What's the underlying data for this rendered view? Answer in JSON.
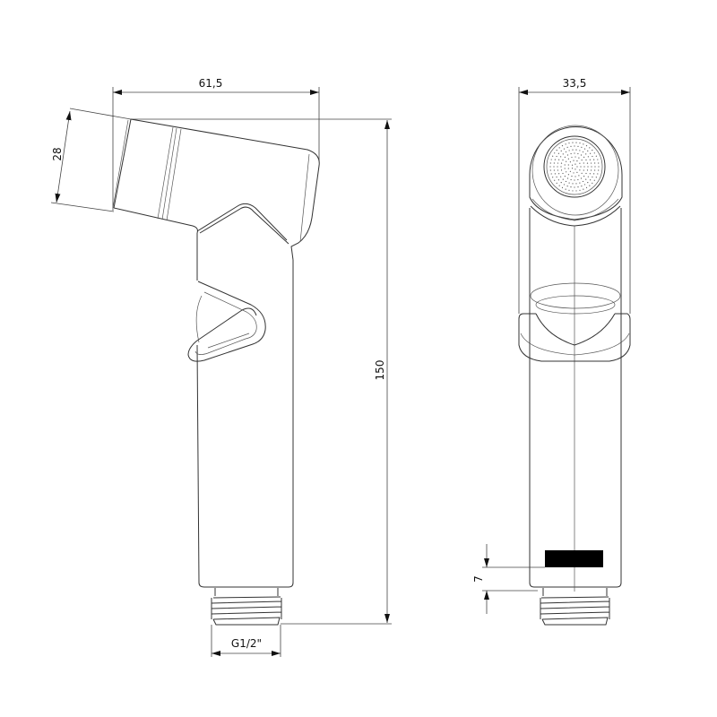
{
  "drawing": {
    "side_view": {
      "dimensions": {
        "width": "61,5",
        "head_diameter": "28",
        "height": "150",
        "thread": "G1/2\""
      }
    },
    "front_view": {
      "dimensions": {
        "width": "33,5",
        "offset": "7"
      }
    },
    "colors": {
      "line": "#333333",
      "marker": "#000000"
    }
  }
}
